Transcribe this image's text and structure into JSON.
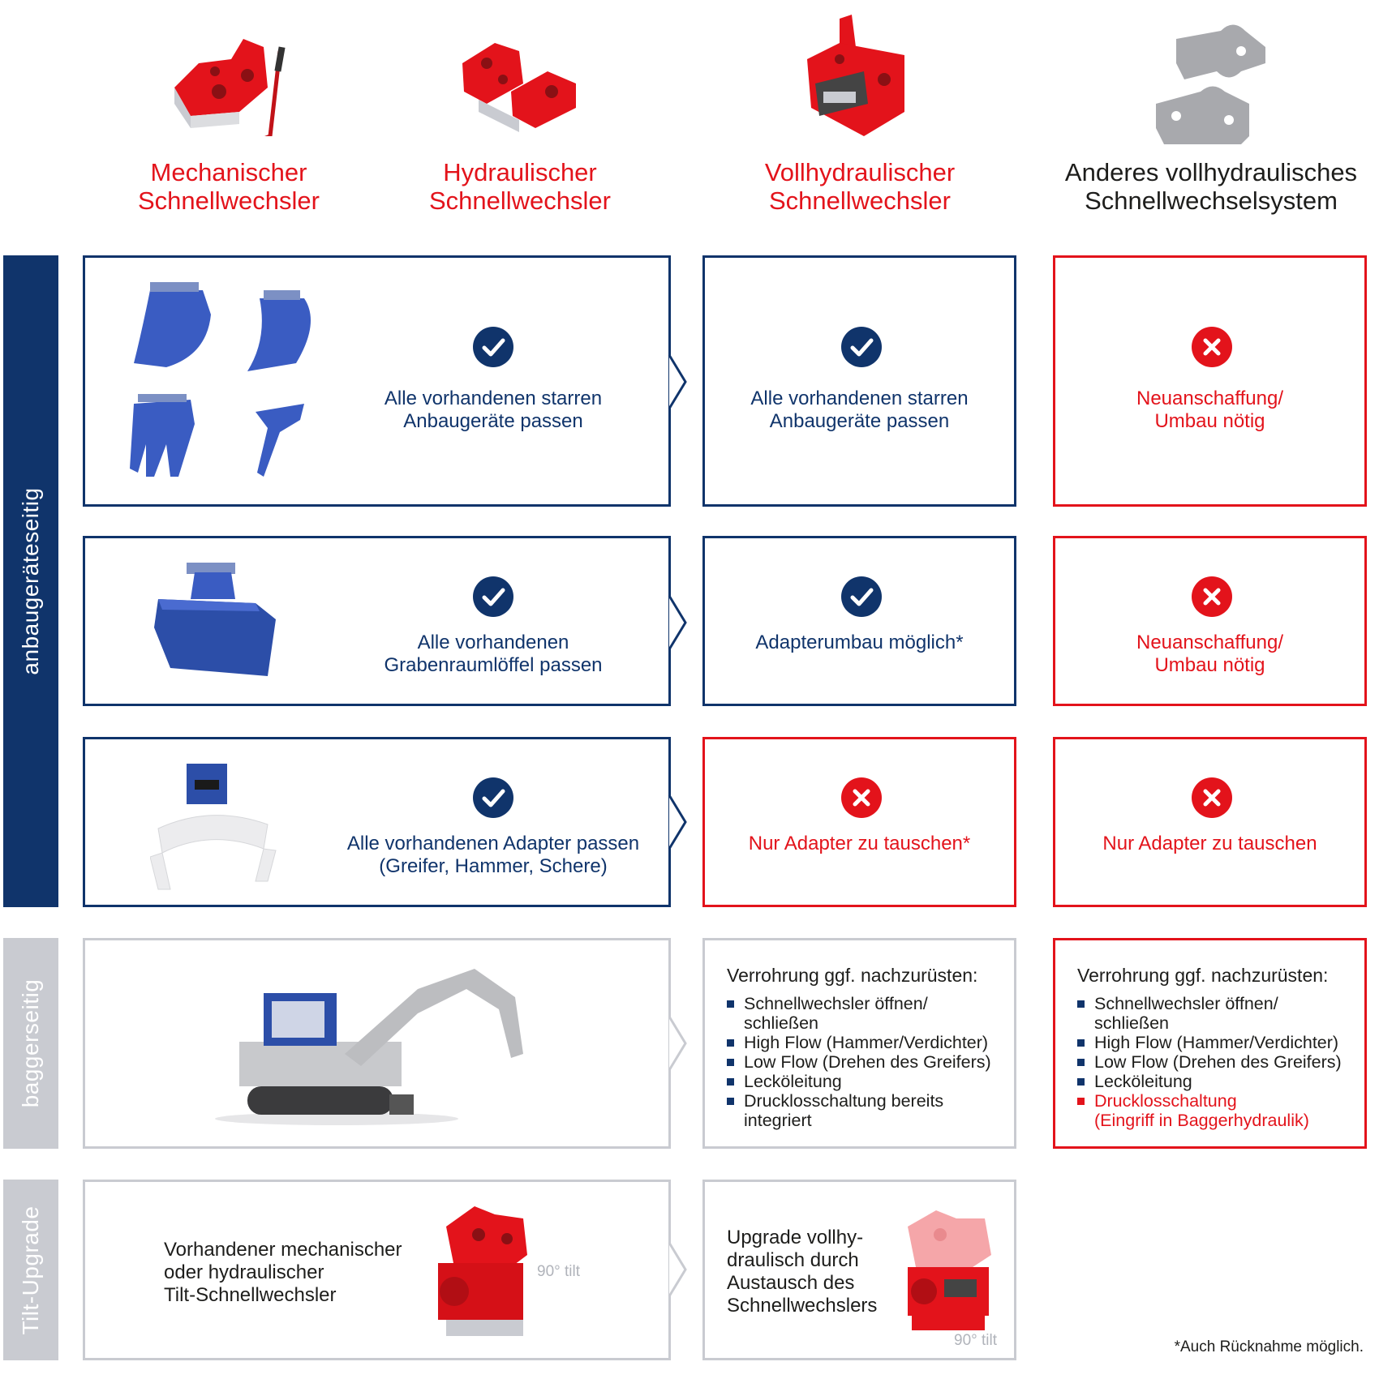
{
  "columns": [
    {
      "line1": "Mechanischer",
      "line2": "Schnellwechsler",
      "icon": "mechanical-quick-coupler-icon"
    },
    {
      "line1": "Hydraulischer",
      "line2": "Schnellwechsler",
      "icon": "hydraulic-quick-coupler-icon"
    },
    {
      "line1": "Vollhydraulischer",
      "line2": "Schnellwechsler",
      "icon": "fully-hydraulic-quick-coupler-icon"
    },
    {
      "line1": "Anderes vollhydraulisches",
      "line2": "Schnellwechselsystem",
      "icon": "other-coupler-system-icon"
    }
  ],
  "sidebars": {
    "attachment": "anbaugeräteseitig",
    "excavator": "baggerseitig",
    "tilt": "Tilt-Upgrade"
  },
  "rows": [
    {
      "left": {
        "line1": "Alle vorhandenen starren",
        "line2": "Anbaugeräte passen",
        "status": "check"
      },
      "mid": {
        "line1": "Alle vorhandenen starren",
        "line2": "Anbaugeräte passen",
        "status": "check"
      },
      "right": {
        "line1": "Neuanschaffung/",
        "line2": "Umbau nötig",
        "status": "cross"
      }
    },
    {
      "left": {
        "line1": "Alle vorhandenen",
        "line2": "Grabenraumlöffel passen",
        "status": "check"
      },
      "mid": {
        "line1": "Adapterumbau möglich*",
        "status": "check"
      },
      "right": {
        "line1": "Neuanschaffung/",
        "line2": "Umbau nötig",
        "status": "cross"
      }
    },
    {
      "left": {
        "line1": "Alle vorhandenen Adapter passen",
        "line2": "(Greifer, Hammer, Schere)",
        "status": "check"
      },
      "mid": {
        "line1": "Nur Adapter zu tauschen*",
        "status": "cross"
      },
      "right": {
        "line1": "Nur Adapter zu tauschen",
        "status": "cross"
      }
    }
  ],
  "excavator_row": {
    "mid": {
      "title": "Verrohrung ggf. nachzurüsten:",
      "items": [
        {
          "l1": "Schnellwechsler öffnen/",
          "l2": "schließen"
        },
        {
          "l1": "High Flow (Hammer/Verdichter)"
        },
        {
          "l1": "Low Flow (Drehen des Greifers)"
        },
        {
          "l1": "Lecköleitung"
        },
        {
          "l1": "Drucklosschaltung bereits",
          "l2": "integriert"
        }
      ]
    },
    "right": {
      "title": "Verrohrung ggf. nachzurüsten:",
      "items": [
        {
          "l1": "Schnellwechsler öffnen/",
          "l2": "schließen"
        },
        {
          "l1": "High Flow (Hammer/Verdichter)"
        },
        {
          "l1": "Low Flow (Drehen des Greifers)"
        },
        {
          "l1": "Lecköleitung"
        },
        {
          "l1": "Drucklosschaltung",
          "l2": "(Eingriff in Baggerhydraulik)"
        }
      ]
    }
  },
  "tilt_row": {
    "left": {
      "l1": "Vorhandener mechanischer",
      "l2": "oder hydraulischer",
      "l3": "Tilt-Schnellwechsler",
      "tilt": "90° tilt"
    },
    "mid": {
      "l1": "Upgrade vollhy-",
      "l2": "draulisch durch",
      "l3": "Austausch des",
      "l4": "Schnellwechslers",
      "tilt": "90° tilt"
    }
  },
  "footnote": "*Auch Rücknahme möglich.",
  "colors": {
    "navy": "#10346b",
    "red": "#e3131b",
    "grey": "#c9cbd1"
  }
}
